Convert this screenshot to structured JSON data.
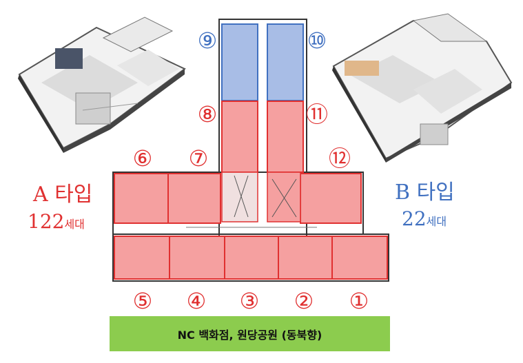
{
  "units": [
    {
      "number": "①",
      "group": "A"
    },
    {
      "number": "②",
      "group": "A"
    },
    {
      "number": "③",
      "group": "A"
    },
    {
      "number": "④",
      "group": "A"
    },
    {
      "number": "⑤",
      "group": "A"
    },
    {
      "number": "⑥",
      "group": "A"
    },
    {
      "number": "⑦",
      "group": "A"
    },
    {
      "number": "⑧",
      "group": "A"
    },
    {
      "number": "⑨",
      "group": "B"
    },
    {
      "number": "⑩",
      "group": "B"
    },
    {
      "number": "⑪",
      "group": "A"
    },
    {
      "number": "⑫",
      "group": "A"
    }
  ],
  "types": {
    "a": {
      "name": "A 타입",
      "count": "122",
      "count_unit": "세대"
    },
    "b": {
      "name": "B 타입",
      "count": "22",
      "count_unit": "세대"
    }
  },
  "direction_label": "NC 백화점,  원당공원 (동북향)",
  "colors": {
    "type_a": "#e03030",
    "type_a_fill": "#f5a0a0",
    "type_b": "#4070c0",
    "type_b_fill": "#a8bde6",
    "banner": "#8ccc4e"
  }
}
